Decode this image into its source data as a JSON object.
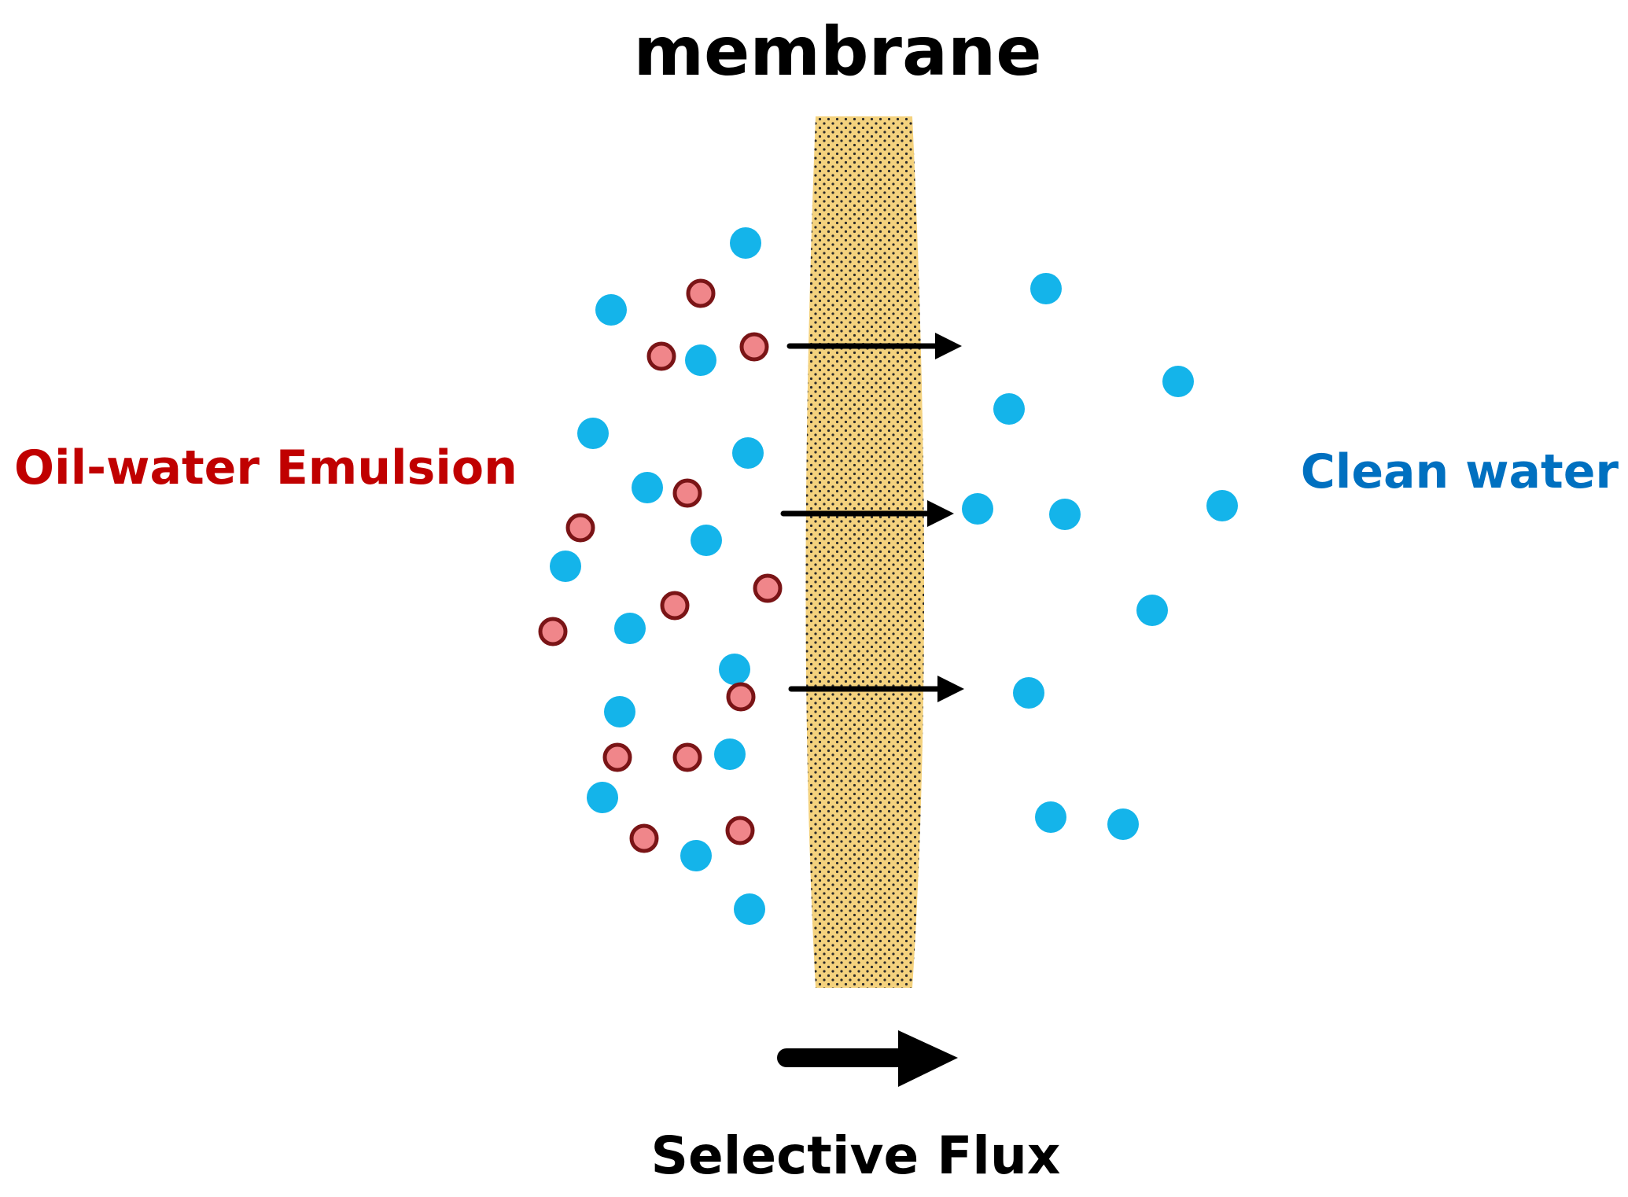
{
  "title": "membrane",
  "labels": {
    "left": "Oil-water Emulsion",
    "right": "Clean water",
    "bottom": "Selective Flux"
  },
  "colors": {
    "membrane_fill": "#F4D27E",
    "membrane_dots": "#2b2b2b",
    "water_droplet": "#14B4EA",
    "oil_fill": "#F0868A",
    "oil_stroke": "#7A1416",
    "left_label": "#C00000",
    "right_label": "#0070C0",
    "text": "#000000"
  },
  "icons": {
    "water": "water-droplet-icon",
    "oil": "oil-droplet-icon",
    "flux": "flux-arrow-icon"
  }
}
